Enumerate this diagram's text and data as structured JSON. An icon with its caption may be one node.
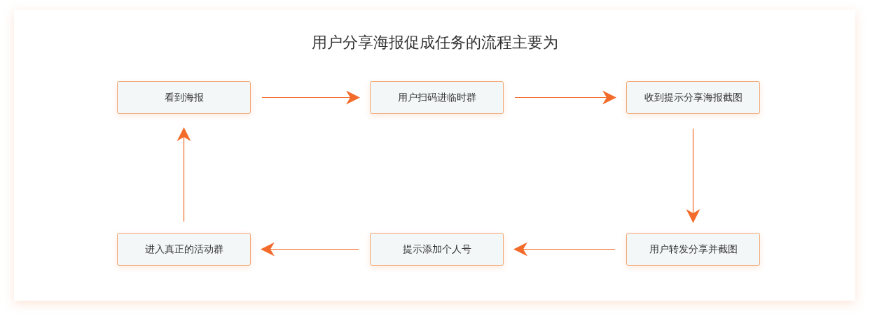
{
  "diagram": {
    "title": "用户分享海报促成任务的流程主要为",
    "nodes": [
      {
        "text": [
          "看到海报"
        ]
      },
      {
        "text": [
          "用户扫码进临时群"
        ]
      },
      {
        "text": [
          "收到提示分享海报截图"
        ]
      },
      {
        "text": [
          "进入真正的活动群"
        ]
      },
      {
        "text": [
          "提示添加个人号"
        ]
      },
      {
        "text": [
          "用户转发分享并截图"
        ]
      }
    ],
    "edges": [
      {
        "from": 0,
        "to": 1,
        "arrow": "to"
      },
      {
        "from": 1,
        "to": 2,
        "arrow": "to"
      },
      {
        "from": 2,
        "to": 5,
        "arrow": "to"
      },
      {
        "from": 5,
        "to": 4,
        "arrow": "to"
      },
      {
        "from": 4,
        "to": 3,
        "arrow": "to"
      },
      {
        "from": 3,
        "to": 0,
        "arrow": "to"
      }
    ]
  }
}
